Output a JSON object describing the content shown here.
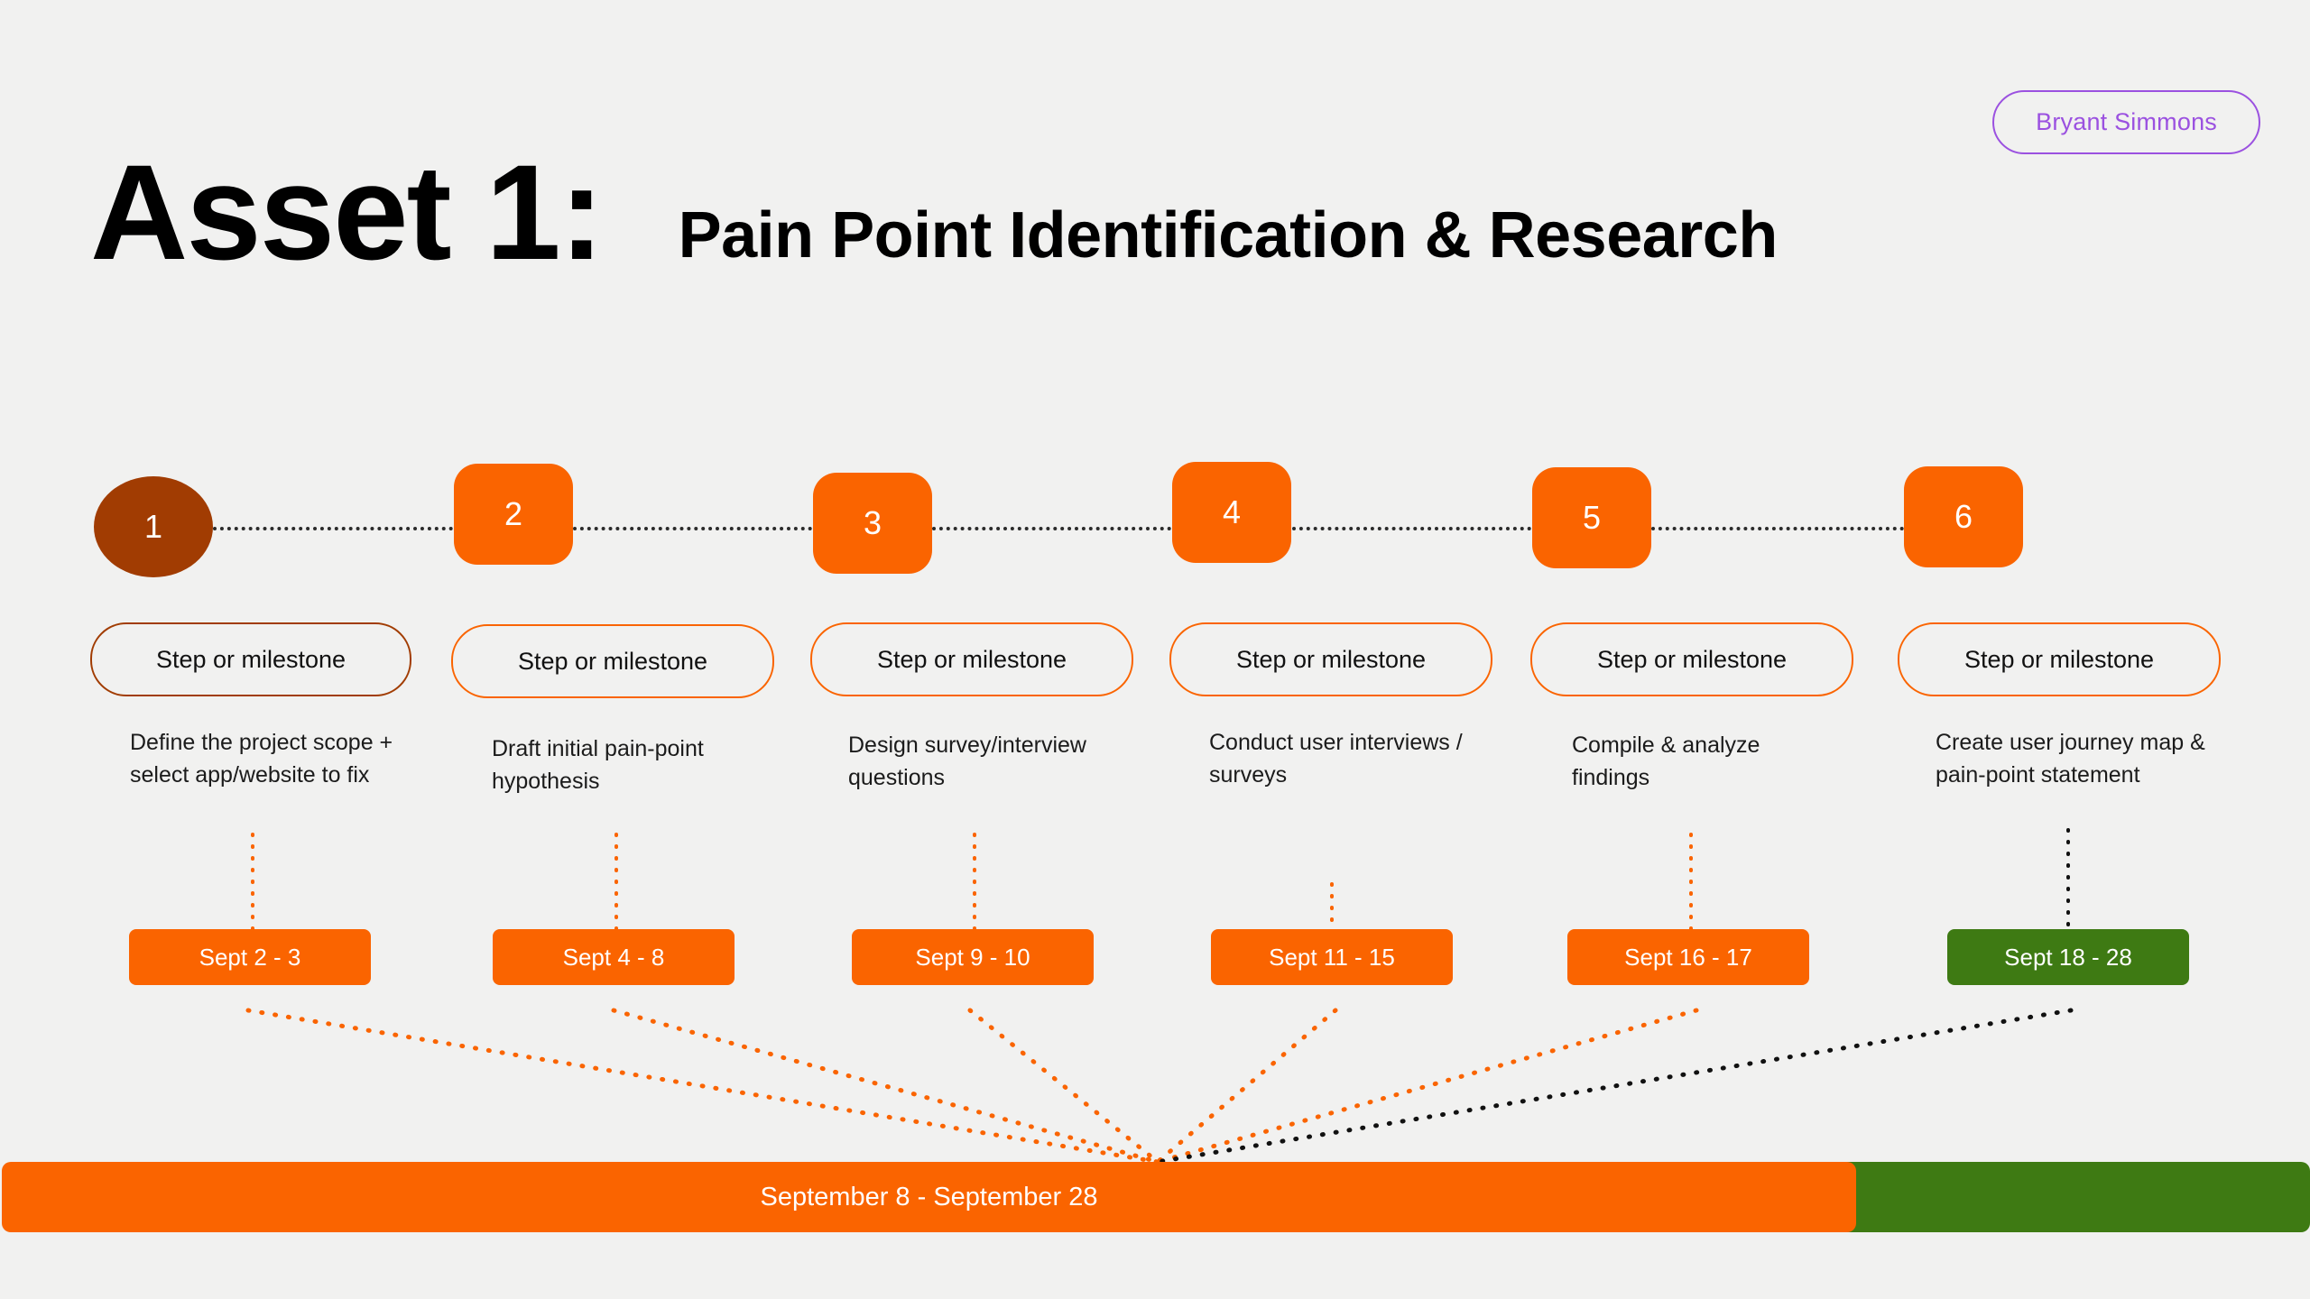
{
  "header": {
    "title_main": "Asset 1:",
    "title_sub": "Pain Point Identification & Research",
    "badge_label": "Bryant Simmons"
  },
  "colors": {
    "background": "#f1f1f0",
    "accent_orange": "#FA6400",
    "accent_brown": "#A13C02",
    "accent_green": "#3E7A13",
    "accent_purple": "#9B51E0",
    "text": "#111111"
  },
  "steps": [
    {
      "number": "1",
      "shape": "circle",
      "color": "#A13C02",
      "pill_label": "Step or milestone",
      "description": "Define the project scope + select app/website to fix",
      "date_label": "Sept 2 - 3",
      "date_color": "#FA6400"
    },
    {
      "number": "2",
      "shape": "square",
      "color": "#FA6400",
      "pill_label": "Step or milestone",
      "description": "Draft initial pain-point hypothesis",
      "date_label": "Sept 4 - 8",
      "date_color": "#FA6400"
    },
    {
      "number": "3",
      "shape": "square",
      "color": "#FA6400",
      "pill_label": "Step or milestone",
      "description": "Design survey/interview questions",
      "date_label": "Sept 9 - 10",
      "date_color": "#FA6400"
    },
    {
      "number": "4",
      "shape": "square",
      "color": "#FA6400",
      "pill_label": "Step or milestone",
      "description": "Conduct user interviews / surveys",
      "date_label": "Sept 11 - 15",
      "date_color": "#FA6400"
    },
    {
      "number": "5",
      "shape": "square",
      "color": "#FA6400",
      "pill_label": "Step or milestone",
      "description": "Compile & analyze findings",
      "date_label": "Sept 16 - 17",
      "date_color": "#FA6400"
    },
    {
      "number": "6",
      "shape": "square",
      "color": "#FA6400",
      "pill_label": "Step or milestone",
      "description": "Create user journey map & pain-point statement",
      "date_label": "Sept 18 - 28",
      "date_color": "#3E7A13"
    }
  ],
  "summary": {
    "range_label": "September 8 - September 28",
    "bar_primary_color": "#FA6400",
    "bar_secondary_color": "#3E7A13"
  }
}
